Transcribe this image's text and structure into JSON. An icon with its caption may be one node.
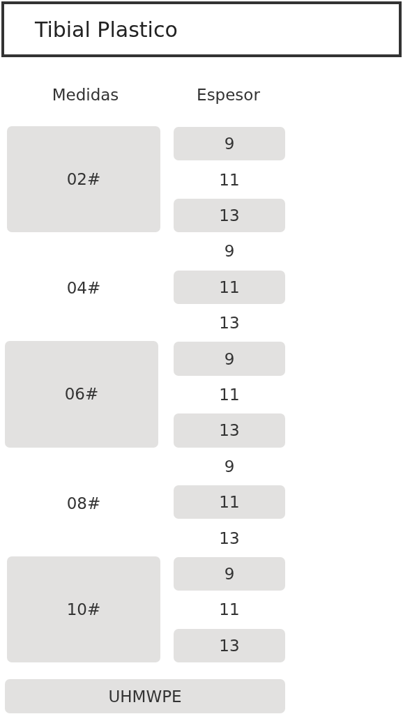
{
  "diagram": {
    "title": "Tibial Plastico",
    "labels": [
      "Medidas",
      "Espesor",
      "02#",
      "9",
      "11",
      "13",
      "04#",
      "9",
      "11",
      "13",
      "06#",
      "9",
      "11",
      "13",
      "08#",
      "9",
      "11",
      "13",
      "10#",
      "9",
      "11",
      "13",
      "UHMWPE"
    ]
  }
}
